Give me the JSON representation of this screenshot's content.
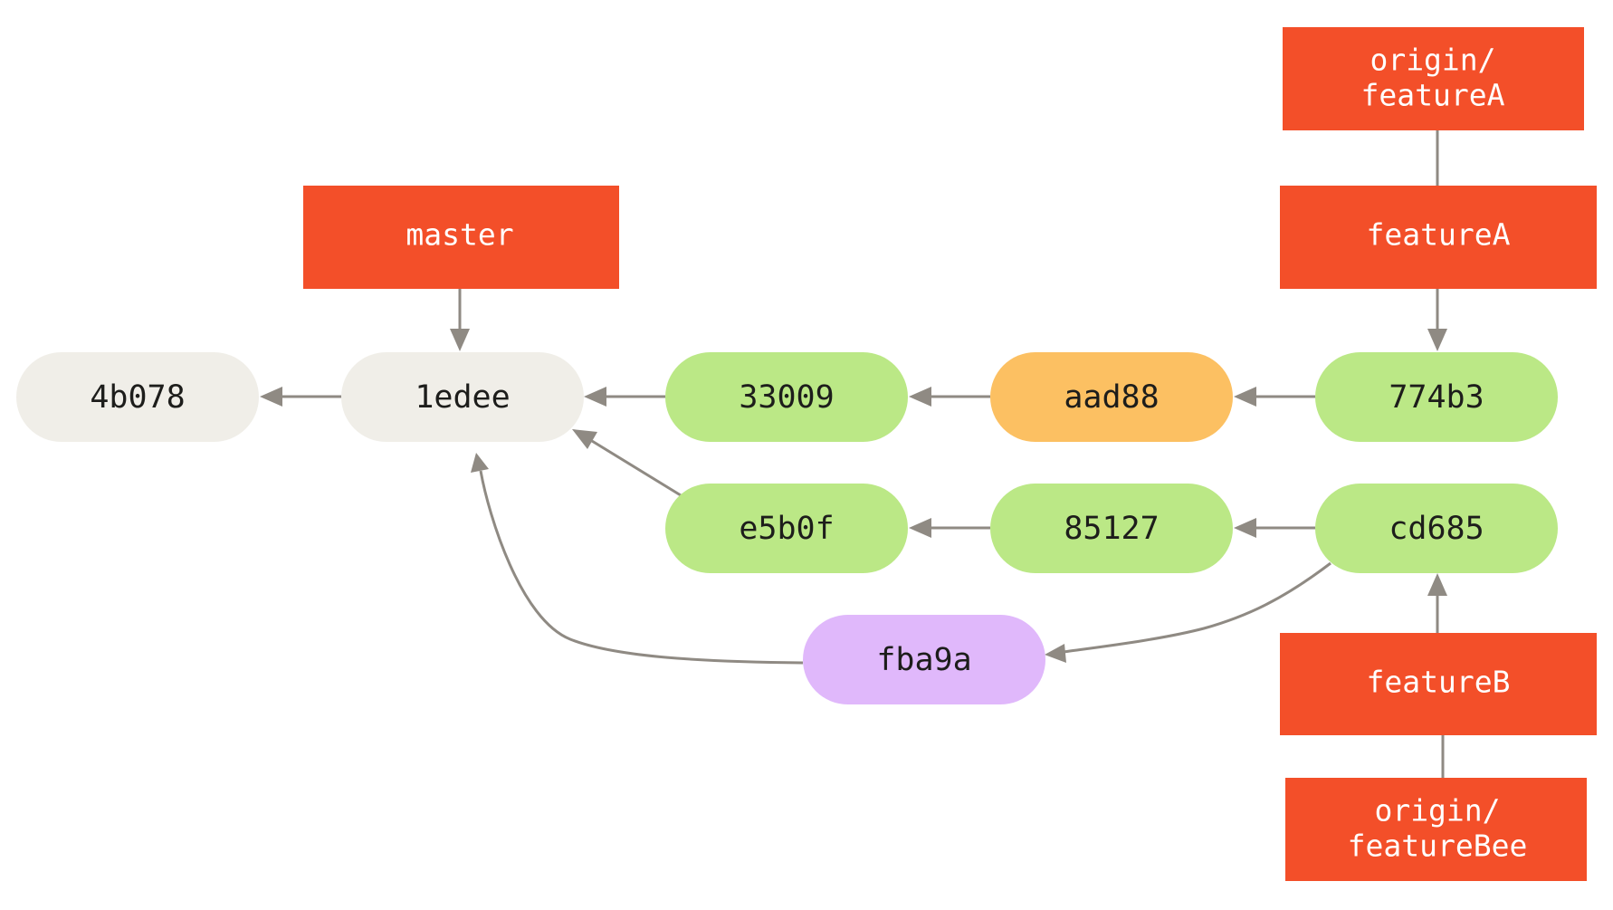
{
  "colors": {
    "branch": "#f34f29",
    "commit_base": "#f0eee8",
    "commit_green": "#bbe886",
    "commit_orange": "#fcc062",
    "commit_purple": "#e0b8fb",
    "arrow": "#8f8a83"
  },
  "commits": [
    {
      "id": "4b078",
      "color": "commit_base"
    },
    {
      "id": "1edee",
      "color": "commit_base"
    },
    {
      "id": "33009",
      "color": "commit_green"
    },
    {
      "id": "aad88",
      "color": "commit_orange"
    },
    {
      "id": "774b3",
      "color": "commit_green"
    },
    {
      "id": "e5b0f",
      "color": "commit_green"
    },
    {
      "id": "85127",
      "color": "commit_green"
    },
    {
      "id": "cd685",
      "color": "commit_green"
    },
    {
      "id": "fba9a",
      "color": "commit_purple"
    }
  ],
  "branches": {
    "master": "master",
    "origin_featureA": [
      "origin/",
      "featureA"
    ],
    "featureA": "featureA",
    "featureB": "featureB",
    "origin_featureBee": [
      "origin/",
      "featureBee"
    ]
  }
}
